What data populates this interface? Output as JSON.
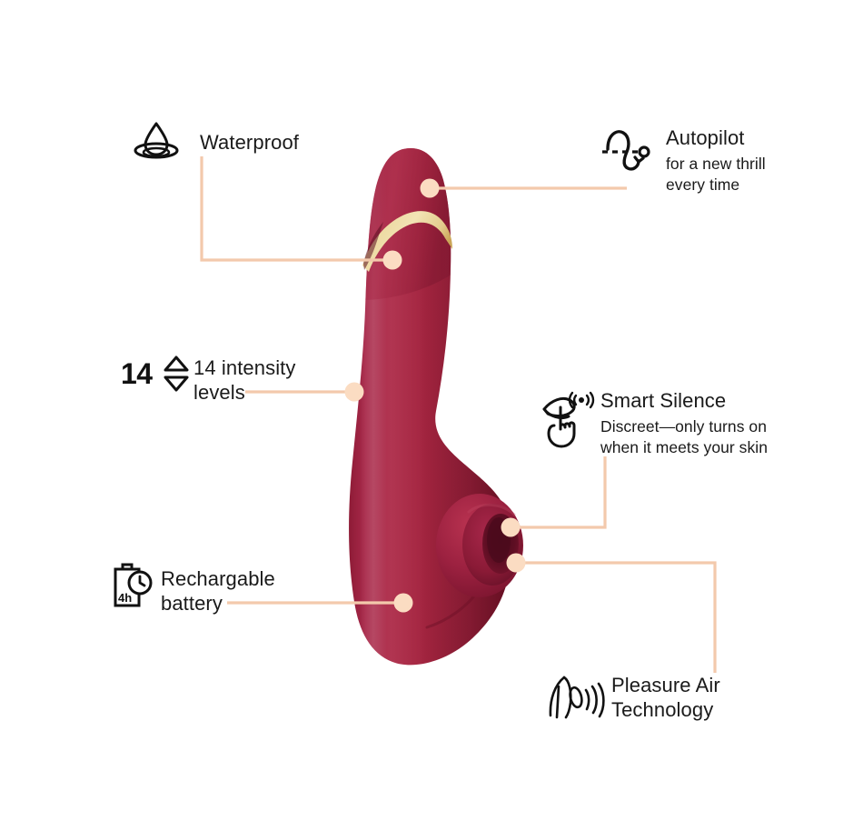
{
  "theme": {
    "background": "#ffffff",
    "text_color": "#1a1a1a",
    "connector_color": "#F3C9AC",
    "dot_color": "#FBDCC2",
    "product_body": "#A2233F",
    "product_body_light": "#B6304C",
    "product_body_dark": "#6E1029",
    "product_gold": "#EDD79A",
    "nozzle_inner": "#5C0E23"
  },
  "features": [
    {
      "id": "waterproof",
      "icon": "water-drop-icon",
      "title": "Waterproof",
      "subtitle": ""
    },
    {
      "id": "autopilot",
      "icon": "autopilot-curve-icon",
      "title": "Autopilot",
      "subtitle_line1": "for a new thrill",
      "subtitle_line2": "every time"
    },
    {
      "id": "intensity",
      "icon": "up-down-triangles-icon",
      "badge_number": "14",
      "title_line1": "14 intensity",
      "title_line2": "levels",
      "subtitle": ""
    },
    {
      "id": "smart-silence",
      "icon": "hand-touch-signal-icon",
      "title": "Smart Silence",
      "subtitle_line1": "Discreet—only turns on",
      "subtitle_line2": "when it meets your skin"
    },
    {
      "id": "rechargeable-battery",
      "icon": "battery-clock-icon",
      "badge_text": "4h",
      "title_line1": "Rechargable",
      "title_line2": "battery",
      "subtitle": ""
    },
    {
      "id": "pleasure-air",
      "icon": "pleasure-air-waves-icon",
      "title_line1": "Pleasure Air",
      "title_line2": "Technology",
      "subtitle": ""
    }
  ],
  "product": {
    "name": "womanizer-premium-device",
    "color_name": "Bordeaux"
  }
}
